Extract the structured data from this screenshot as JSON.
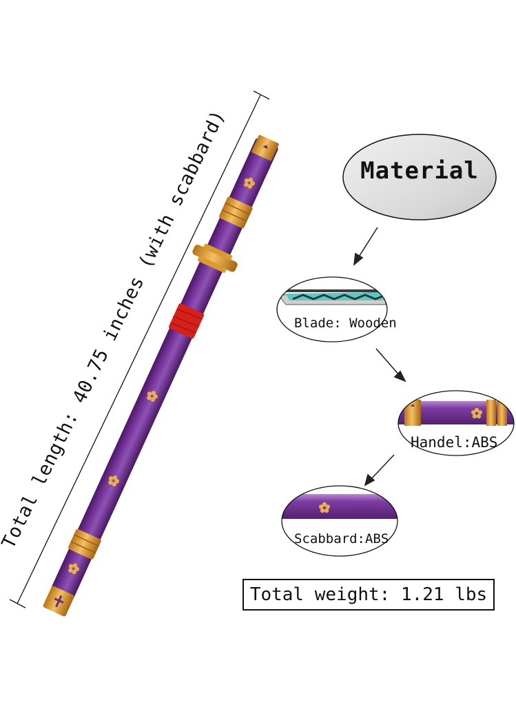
{
  "dimension": {
    "total_length_label": "Total length: 40.75 inches (with scabbard)"
  },
  "material": {
    "title": "Material",
    "blade_label": "Blade: Wooden",
    "handle_label": "Handel:ABS",
    "scabbard_label": "Scabbard:ABS"
  },
  "weight": {
    "label": "Total weight: 1.21 lbs"
  },
  "colors": {
    "sheath_purple": "#6a2b8c",
    "fitting_gold": "#e3a63c",
    "wrap_red": "#d6201a",
    "bubble_gray": "#d9d9d9",
    "blade_teal": "#5fc7c2"
  },
  "icons": {
    "arrows": "arrow-down-left-icon / arrow-down-right-icon",
    "flower": "flower-emblem-icon"
  }
}
